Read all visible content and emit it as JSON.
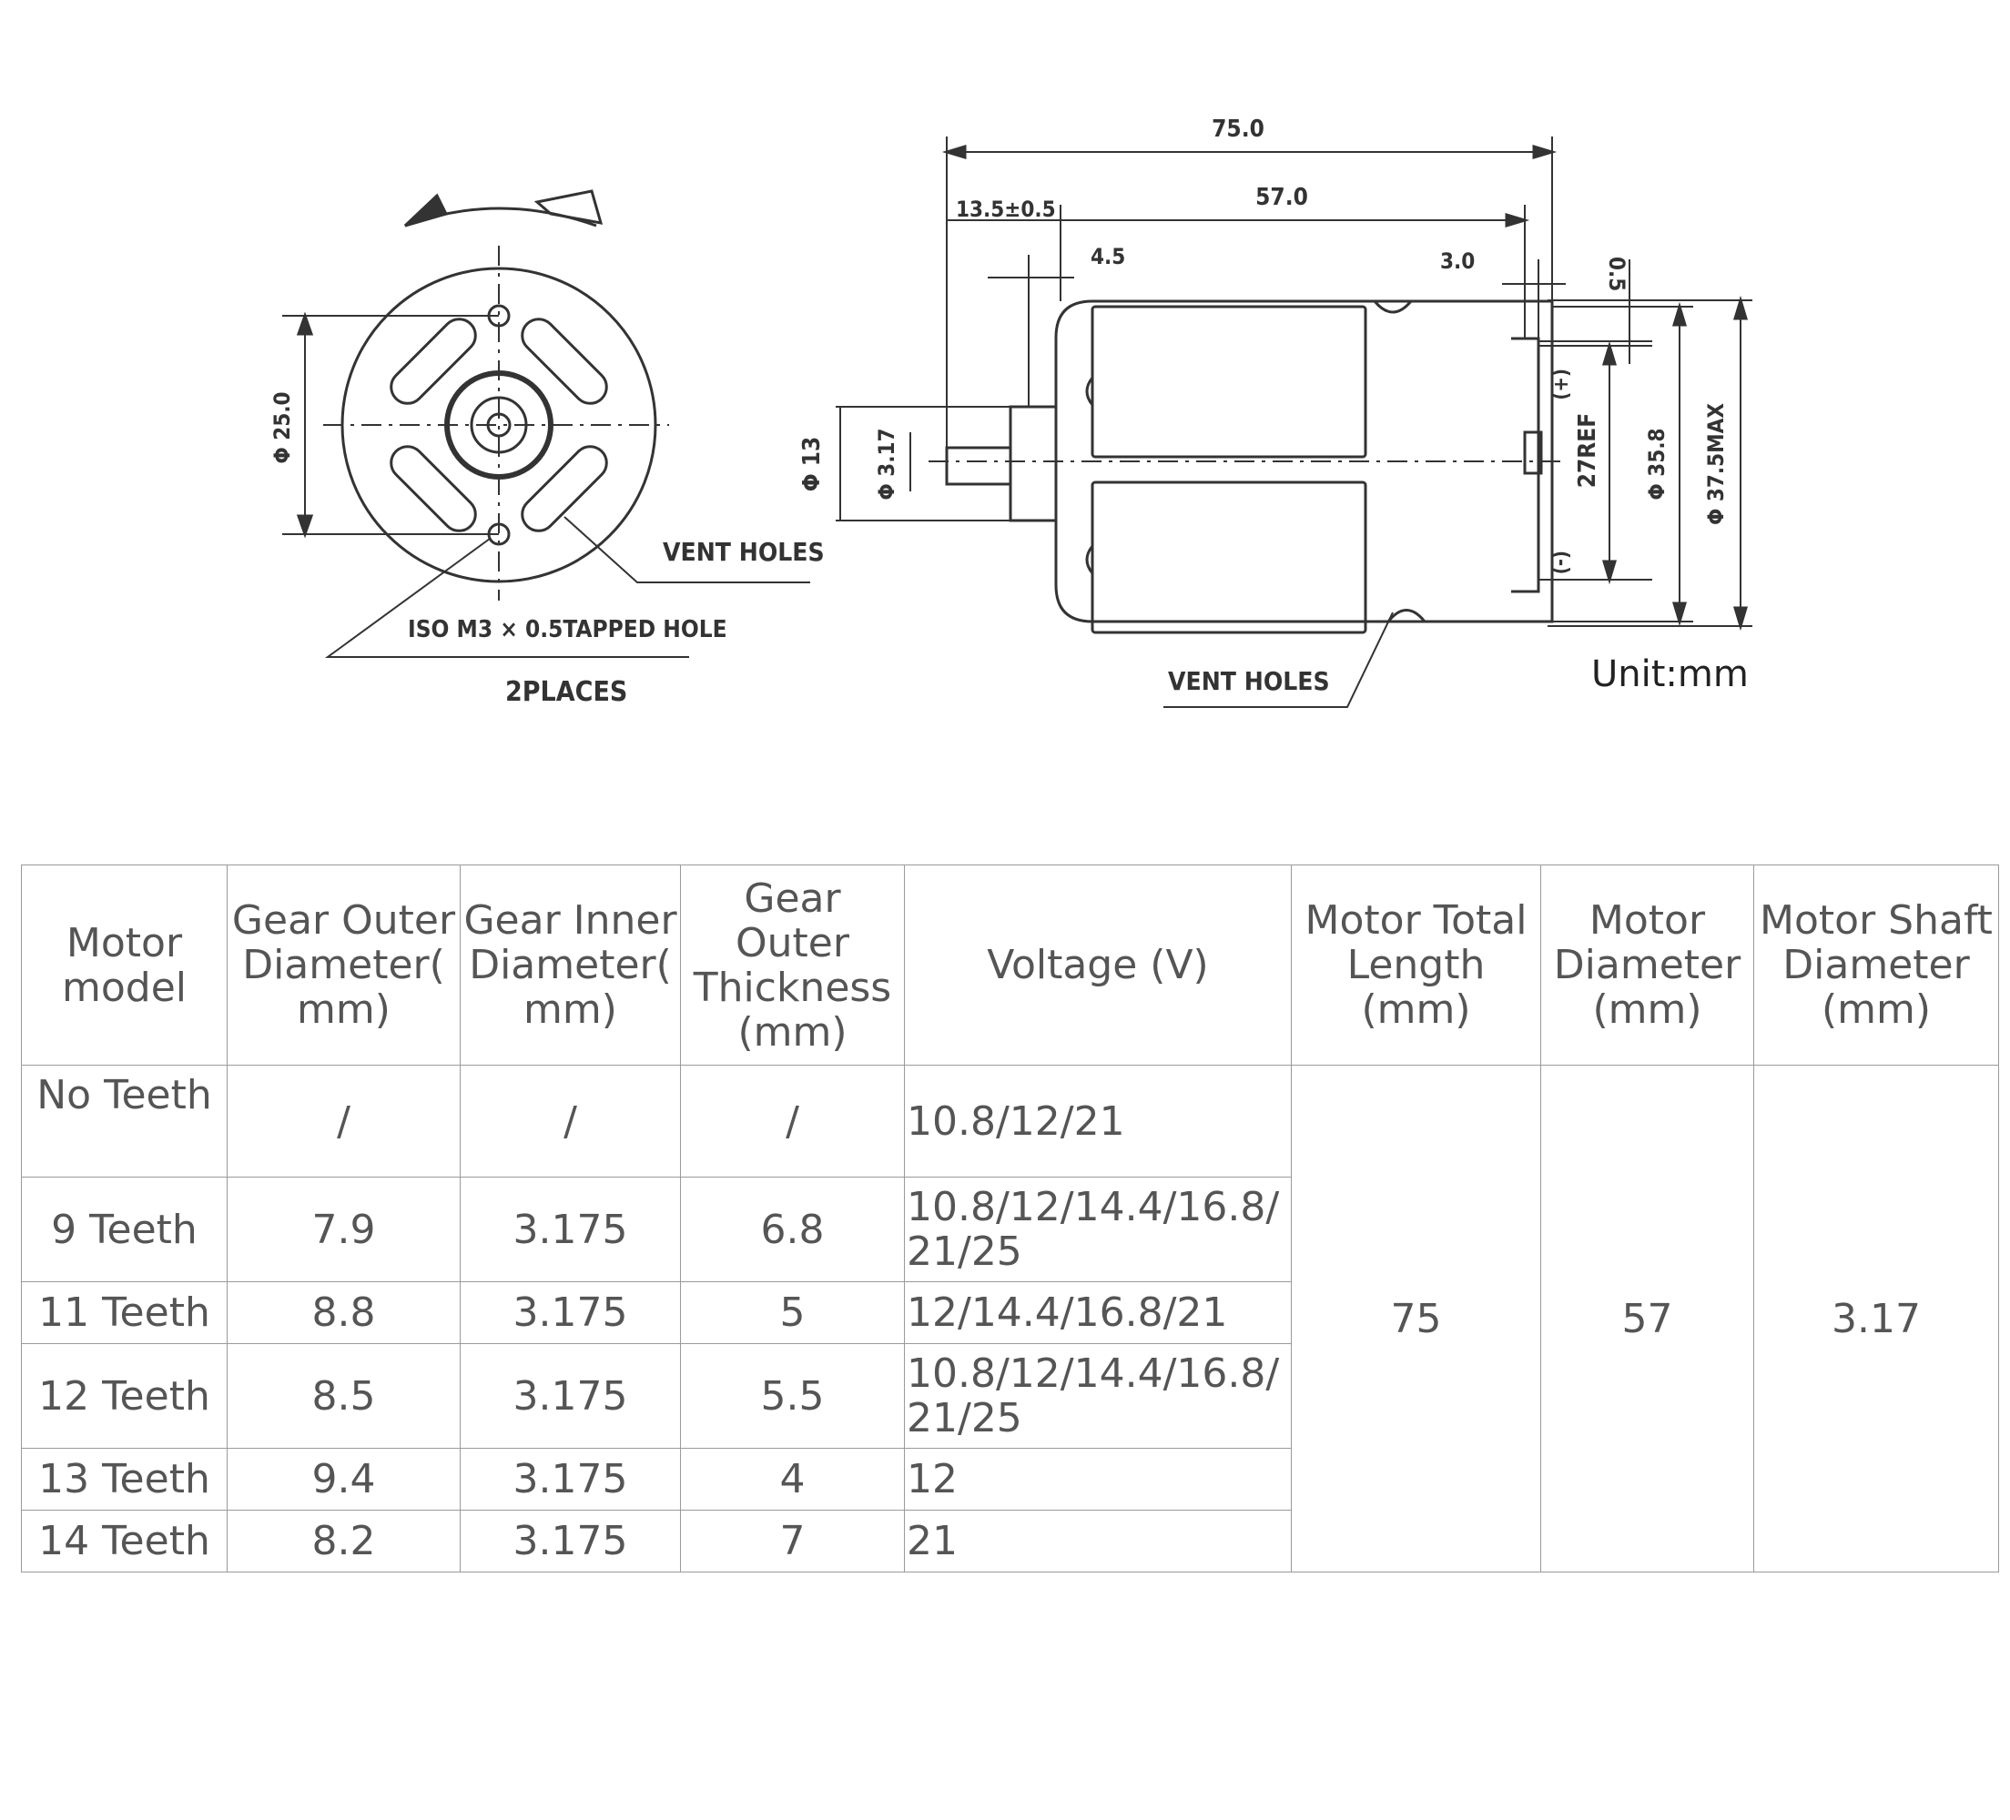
{
  "drawing": {
    "dim_overall_length": "75.0",
    "dim_body_length": "57.0",
    "dim_flange": "13.5±0.5",
    "dim_boss": "4.5",
    "dim_rear": "3.0",
    "dim_rear_step": "0.5",
    "dim_boss_dia": "Φ 13",
    "dim_shaft_dia": "Φ 3.17",
    "dim_terminal": "27REF",
    "dim_body_dia": "Φ 35.8",
    "dim_max_dia": "Φ 37.5MAX",
    "dim_hole_spacing": "Φ 25.0",
    "terminal_plus": "(+)",
    "terminal_minus": "(-)",
    "vent_holes_front": "VENT HOLES",
    "vent_holes_side": "VENT HOLES",
    "tapped_hole": "ISO M3 × 0.5TAPPED HOLE",
    "places": "2PLACES",
    "unit": "Unit:mm"
  },
  "table": {
    "headers": [
      "Motor model",
      "Gear Outer Diameter( mm)",
      "Gear Inner Diameter( mm)",
      "Gear Outer Thickness (mm)",
      "Voltage (V)",
      "Motor Total Length (mm)",
      "Motor Diameter (mm)",
      "Motor Shaft Diameter (mm)"
    ],
    "rows": [
      {
        "model": "No Teeth",
        "outer": "/",
        "inner": "/",
        "thickness": "/",
        "voltage": "10.8/12/21"
      },
      {
        "model": "9 Teeth",
        "outer": "7.9",
        "inner": "3.175",
        "thickness": "6.8",
        "voltage": "10.8/12/14.4/16.8/21/25"
      },
      {
        "model": "11 Teeth",
        "outer": "8.8",
        "inner": "3.175",
        "thickness": "5",
        "voltage": "12/14.4/16.8/21"
      },
      {
        "model": "12 Teeth",
        "outer": "8.5",
        "inner": "3.175",
        "thickness": "5.5",
        "voltage": "10.8/12/14.4/16.8/21/25"
      },
      {
        "model": "13 Teeth",
        "outer": "9.4",
        "inner": "3.175",
        "thickness": "4",
        "voltage": "12"
      },
      {
        "model": "14 Teeth",
        "outer": "8.2",
        "inner": "3.175",
        "thickness": "7",
        "voltage": "21"
      }
    ],
    "total_length": "75",
    "motor_diameter": "57",
    "shaft_diameter": "3.17"
  }
}
